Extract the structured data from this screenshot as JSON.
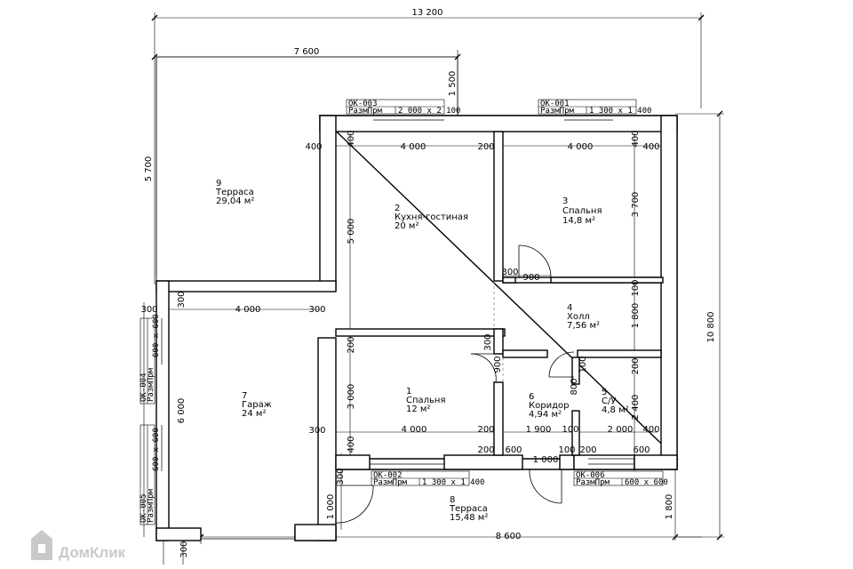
{
  "overall": {
    "width": "13 200",
    "height": "10 800"
  },
  "dims": {
    "terrace_width": "7 600",
    "terrace_depth": "5 700",
    "terrace_offset": "1 500",
    "wall_400_a": "400",
    "wall_400_b": "400",
    "wall_400_c": "400",
    "wall_400_d": "400",
    "wall_400_e": "400",
    "wall_400_f": "400",
    "kitchen_w": "4 000",
    "kitchen_w_b": "4 000",
    "bed1_w": "4 000",
    "garage_w": "4 000",
    "d200_a": "200",
    "d200_b": "200",
    "d200_c": "200",
    "d200_d": "200",
    "d200_e": "200",
    "d200_f": "200",
    "kitchen_h": "5 000",
    "bed3_h": "3 700",
    "d300_a": "300",
    "d300_b": "300",
    "d300_c": "300",
    "d300_d": "300",
    "d300_e": "300",
    "d300_f": "300",
    "d300_g": "300",
    "d300_h": "300",
    "door_900_a": "900",
    "door_900_b": "900",
    "d100_a": "100",
    "d100_b": "100",
    "d100_c": "100",
    "d100_d": "100",
    "hall_h": "1 800",
    "bed1_h": "3 000",
    "garage_h": "6 000",
    "corr_w": "1 900",
    "wc_w": "2 000",
    "wc_h": "2 400",
    "d800": "800",
    "d600_a": "600",
    "d600_b": "600",
    "d1000_a": "1 000",
    "d1000_b": "1 000",
    "bottom_w": "8 600",
    "bottom_h": "1 800"
  },
  "openings": {
    "ok003_name": "OK-003",
    "ok003_label": "РазмПрм",
    "ok003_size": "2 000 x 2 100",
    "ok001_name": "OK-001",
    "ok001_label": "РазмПрм",
    "ok001_size": "1 300 x 1 400",
    "ok002_name": "OK-002",
    "ok002_label": "РазмПрм",
    "ok002_size": "1 300 x 1 400",
    "ok006_name": "OK-006",
    "ok006_label": "РазмПрм",
    "ok006_size": "600 x 600",
    "ok004_name": "OK-004",
    "ok004_label": "РазмПрм",
    "ok004_size": "600 x 600",
    "ok005_name": "OK-005",
    "ok005_label": "РазмПрм",
    "ok005_size": "600 x 600"
  },
  "rooms": [
    {
      "num": "9",
      "name": "Терраса",
      "area": "29,04 м²"
    },
    {
      "num": "2",
      "name": "Кухня-гостиная",
      "area": "20 м²"
    },
    {
      "num": "3",
      "name": "Спальня",
      "area": "14,8 м²"
    },
    {
      "num": "4",
      "name": "Холл",
      "area": "7,56 м²"
    },
    {
      "num": "7",
      "name": "Гараж",
      "area": "24 м²"
    },
    {
      "num": "1",
      "name": "Спальня",
      "area": "12 м²"
    },
    {
      "num": "6",
      "name": "Коридор",
      "area": "4,94 м²"
    },
    {
      "num": "5",
      "name": "С/У",
      "area": "4,8 м²"
    },
    {
      "num": "8",
      "name": "Терраса",
      "area": "15,48 м²"
    }
  ],
  "watermark": "ДомКлик"
}
